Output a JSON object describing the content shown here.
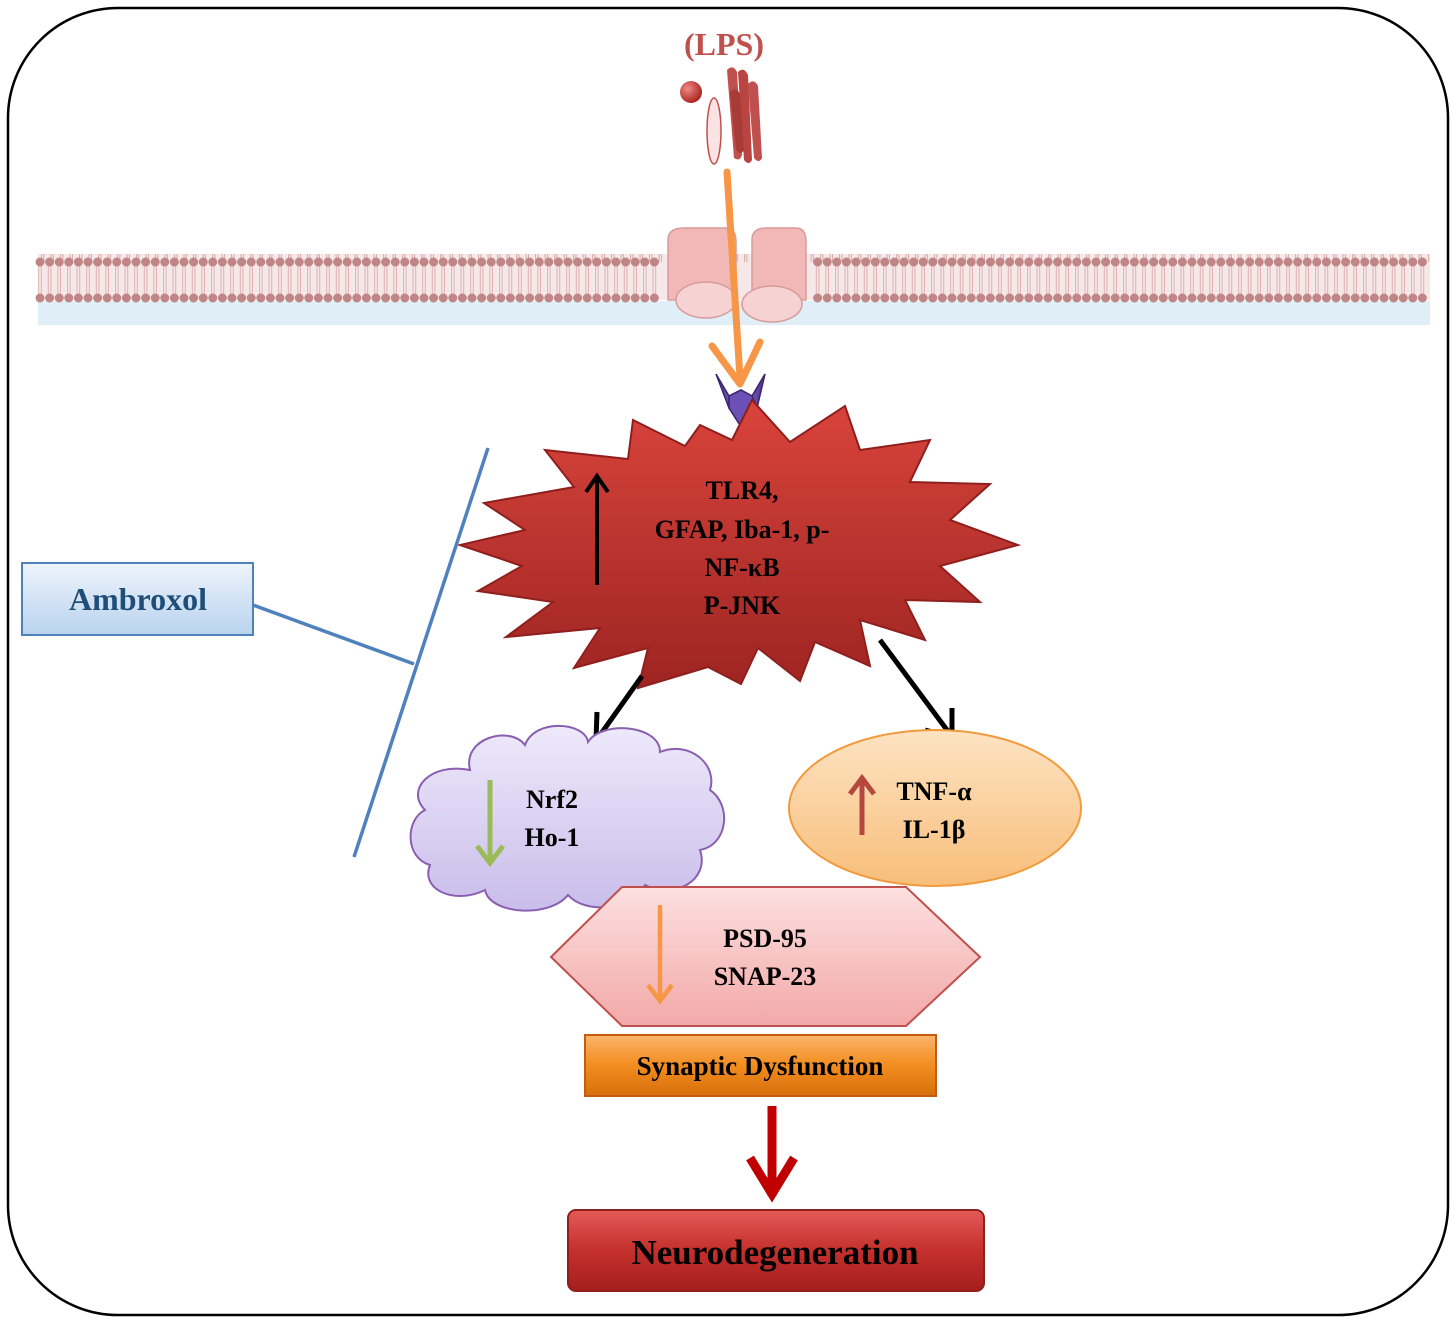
{
  "lps": {
    "label": "(LPS)"
  },
  "ambroxol": {
    "label": "Ambroxol"
  },
  "star": {
    "lines": [
      "TLR4,",
      "GFAP, Iba-1, p-",
      "NF-κB",
      "P-JNK"
    ],
    "trend": "up"
  },
  "cloud": {
    "lines": [
      "Nrf2",
      "Ho-1"
    ],
    "trend": "down"
  },
  "ellipse": {
    "lines": [
      "TNF-α",
      "IL-1β"
    ],
    "trend": "up"
  },
  "hexagon": {
    "lines": [
      "PSD-95",
      "SNAP-23"
    ],
    "trend": "down"
  },
  "synaptic": {
    "label": "Synaptic Dysfunction"
  },
  "neuro": {
    "label": "Neurodegeneration"
  },
  "colors": {
    "lps": "#c0504d",
    "star_fill": "#c0392b",
    "cloud_fill": "#d8d0f0",
    "ellipse_fill": "#fbd7a8",
    "hexagon_fill": "#f7c6c6",
    "synaptic_fill": "#f08a1c",
    "neuro_fill": "#c0282a",
    "ambroxol_line": "#4f81bd",
    "orange_arrow": "#f79646",
    "green_arrow": "#9bbb59",
    "dark_red_arrow": "#c00000"
  }
}
